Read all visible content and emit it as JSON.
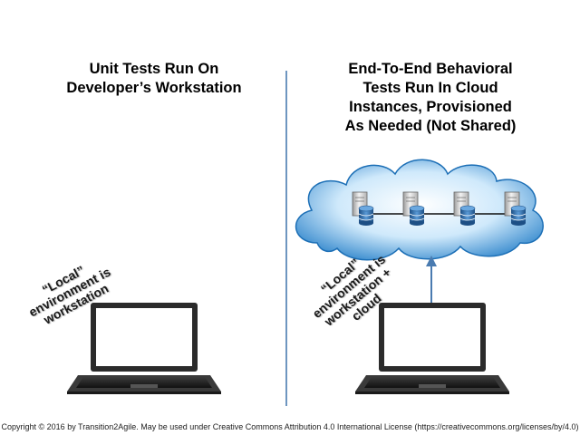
{
  "left_panel": {
    "title": "Unit Tests Run On\nDeveloper’s Workstation",
    "env_label": "“Local”\nenvironment is\nworkstation"
  },
  "right_panel": {
    "title": "End-To-End Behavioral\nTests Run In Cloud\nInstances, Provisioned\nAs Needed (Not Shared)",
    "env_label": "“Local”\nenvironment is\nworkstation +\ncloud",
    "server_count": 4
  },
  "footer": {
    "copyright": "Copyright © 2016 by Transition2Agile. May be used under Creative Commons Attribution 4.0 International License (https://creativecommons.org/licenses/by/4.0)"
  },
  "colors": {
    "divider": "#4a7bb0",
    "cloud_light": "#e6f4fd",
    "cloud_dark": "#3f8fd0",
    "cloud_edge": "#1c6fb6",
    "database": "#2f6eaa",
    "laptop_body": "#2b2b2b"
  },
  "icons": [
    "cloud-icon",
    "server-icon",
    "database-icon",
    "laptop-icon",
    "arrow-up-icon"
  ]
}
